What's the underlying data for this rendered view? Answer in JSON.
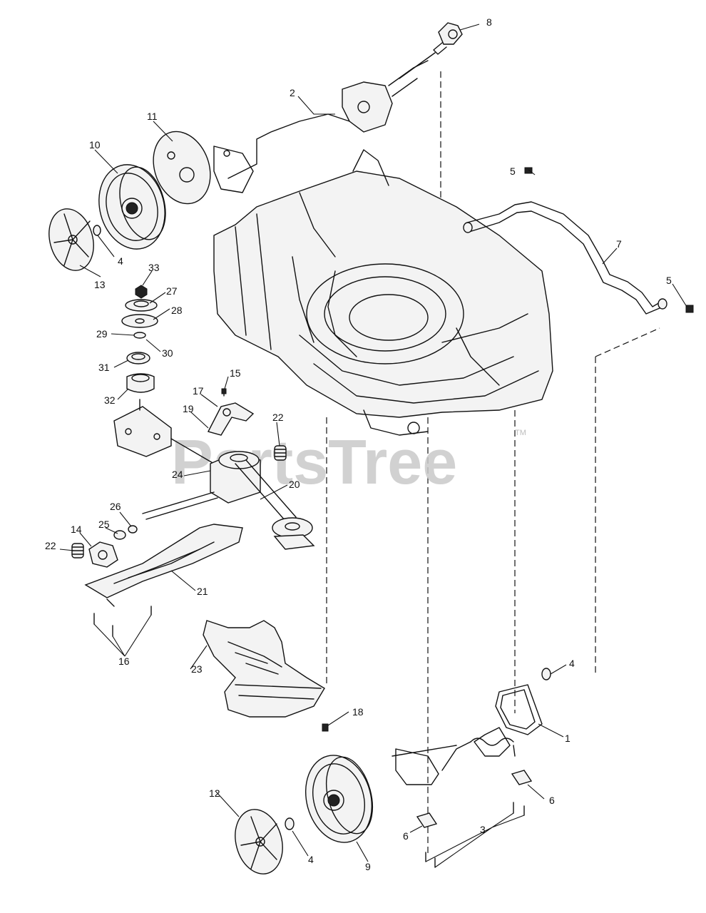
{
  "watermark": {
    "brand": "PartsTree",
    "mark": "TM"
  },
  "callouts": {
    "c1": "1",
    "c2": "2",
    "c3": "3",
    "c4a": "4",
    "c4b": "4",
    "c4c": "4",
    "c5a": "5",
    "c5b": "5",
    "c6a": "6",
    "c6b": "6",
    "c7": "7",
    "c8": "8",
    "c9": "9",
    "c10": "10",
    "c11": "11",
    "c12": "12",
    "c13": "13",
    "c14": "14",
    "c15": "15",
    "c16": "16",
    "c17": "17",
    "c18": "18",
    "c19": "19",
    "c20": "20",
    "c21": "21",
    "c22a": "22",
    "c22b": "22",
    "c23": "23",
    "c24": "24",
    "c25": "25",
    "c26": "26",
    "c27": "27",
    "c28": "28",
    "c29": "29",
    "c30": "30",
    "c31": "31",
    "c32": "32",
    "c33": "33"
  }
}
